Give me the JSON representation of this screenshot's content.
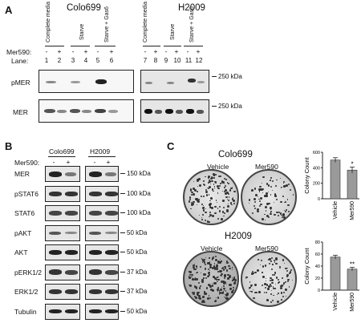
{
  "panelA": {
    "letter": "A",
    "cell_line_1": "Colo699",
    "cell_line_2": "H2009",
    "conditions": [
      "Complete media",
      "Starve",
      "Starve + Gas6"
    ],
    "treatment_label": "Mer590:",
    "lane_label": "Lane:",
    "signs": [
      "-",
      "+",
      "-",
      "+",
      "-",
      "+",
      "-",
      "+",
      "-",
      "+",
      "-",
      "+"
    ],
    "lanes": [
      "1",
      "2",
      "3",
      "4",
      "5",
      "6",
      "7",
      "8",
      "9",
      "10",
      "11",
      "12"
    ],
    "rows": [
      "pMER",
      "MER"
    ],
    "mw": [
      "250 kDa",
      "250 kDa"
    ]
  },
  "panelB": {
    "letter": "B",
    "cell_line_1": "Colo699",
    "cell_line_2": "H2009",
    "treatment_label": "Mer590:",
    "signs": [
      "-",
      "+",
      "-",
      "+"
    ],
    "rows": [
      "MER",
      "pSTAT6",
      "STAT6",
      "pAKT",
      "AKT",
      "pERK1/2",
      "ERK1/2",
      "Tubulin"
    ],
    "mw": [
      "150 kDa",
      "100 kDa",
      "100 kDa",
      "50 kDa",
      "50 kDa",
      "37 kDa",
      "37 kDa",
      "50 kDa"
    ]
  },
  "panelC": {
    "letter": "C",
    "plots": [
      {
        "title": "Colo699",
        "dish_labels": [
          "Vehicle",
          "Mer590"
        ],
        "ylabel": "Colony Count",
        "yticks": [
          "600",
          "400",
          "200",
          "0"
        ],
        "categories": [
          "Vehicle",
          "Mer590"
        ],
        "annotation": "*"
      },
      {
        "title": "H2009",
        "dish_labels": [
          "Vehicle",
          "Mer590"
        ],
        "ylabel": "Colony Count",
        "yticks": [
          "80",
          "60",
          "40",
          "20",
          "0"
        ],
        "categories": [
          "Vehicle",
          "Mer590"
        ],
        "annotation": "**"
      }
    ]
  },
  "chart_data": [
    {
      "type": "bar",
      "title": "",
      "categories": [
        "Vehicle",
        "Mer590"
      ],
      "values": [
        500,
        370
      ],
      "errors": [
        30,
        40
      ],
      "ylabel": "Colony Count",
      "ylim": [
        0,
        600
      ],
      "annotation": "*"
    },
    {
      "type": "bar",
      "title": "",
      "categories": [
        "Vehicle",
        "Mer590"
      ],
      "values": [
        55,
        35
      ],
      "errors": [
        3,
        3
      ],
      "ylabel": "Colony Count",
      "ylim": [
        0,
        80
      ],
      "annotation": "**"
    }
  ]
}
